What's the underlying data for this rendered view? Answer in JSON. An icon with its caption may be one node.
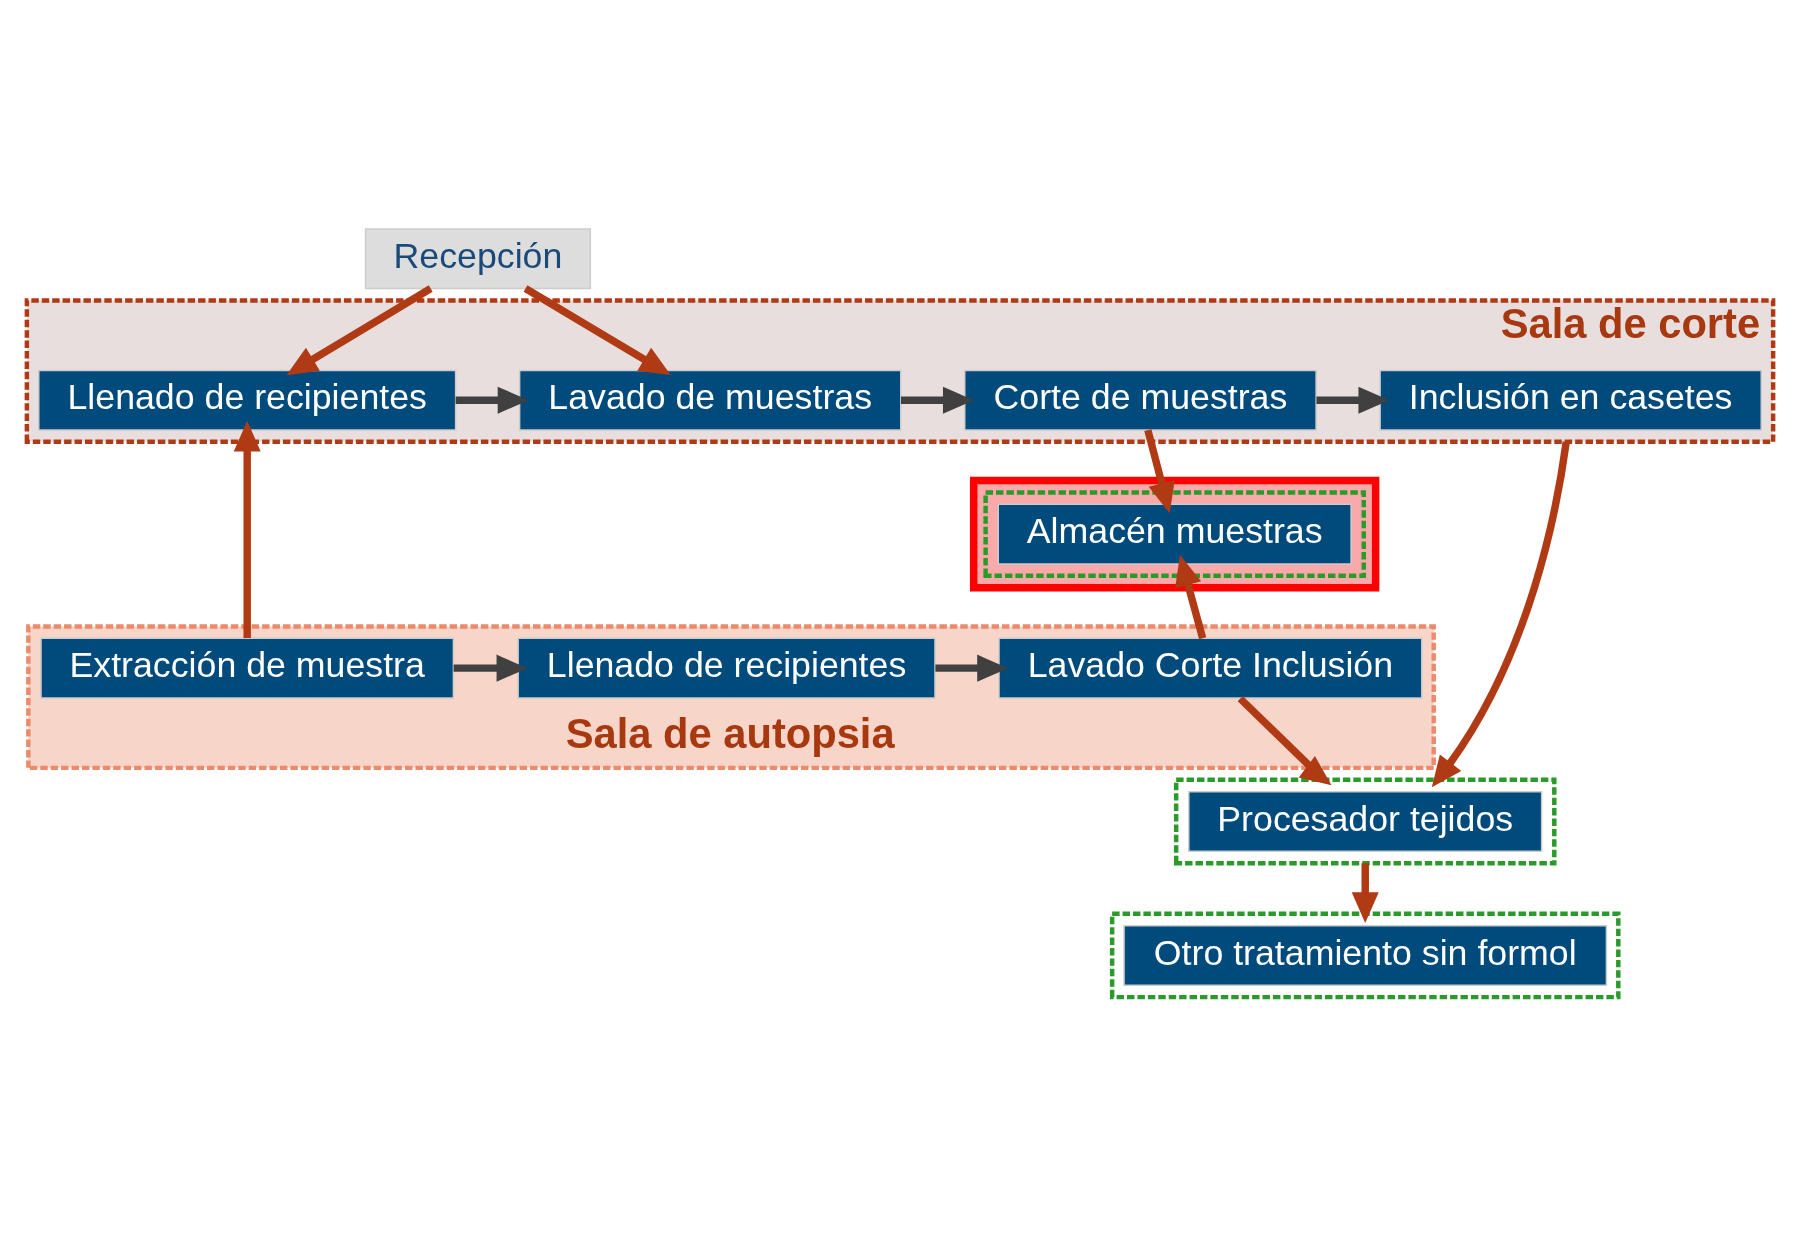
{
  "diagram": {
    "nodes": [
      {
        "text": [
          "Recepción"
        ]
      },
      {
        "text": [
          "Sala de corte"
        ]
      },
      {
        "text": [
          "Llenado de recipientes"
        ],
        "in": 1
      },
      {
        "text": [
          "Lavado de muestras"
        ],
        "in": 1
      },
      {
        "text": [
          "Corte de muestras"
        ],
        "in": 1
      },
      {
        "text": [
          "Inclusión en casetes"
        ],
        "in": 1
      },
      {
        "text": [],
        "shape": "box"
      },
      {
        "text": [],
        "shape": "box",
        "in": 6
      },
      {
        "text": [
          "Almacén muestras"
        ],
        "in": 7
      },
      {
        "text": [
          "Sala de autopsia"
        ]
      },
      {
        "text": [
          "Extracción de muestra"
        ],
        "in": 9
      },
      {
        "text": [
          "Llenado de recipientes"
        ],
        "in": 9
      },
      {
        "text": [
          "Lavado Corte Inclusión"
        ],
        "in": 9
      },
      {
        "text": [],
        "shape": "box"
      },
      {
        "text": [
          "Procesador tejidos"
        ],
        "in": 13
      },
      {
        "text": [],
        "shape": "box"
      },
      {
        "text": [
          "Otro tratamiento sin formol"
        ],
        "in": 15
      }
    ],
    "edges": [
      {
        "from": 0,
        "to": 2,
        "arrow": "to"
      },
      {
        "from": 0,
        "to": 3,
        "arrow": "to"
      },
      {
        "from": 2,
        "to": 3,
        "arrow": "to",
        "color": "#404040"
      },
      {
        "from": 3,
        "to": 4,
        "arrow": "to",
        "color": "#404040"
      },
      {
        "from": 4,
        "to": 5,
        "arrow": "to",
        "color": "#404040"
      },
      {
        "from": 4,
        "to": 8,
        "arrow": "to"
      },
      {
        "from": 10,
        "to": 2,
        "arrow": "to"
      },
      {
        "from": 10,
        "to": 11,
        "arrow": "to",
        "color": "#404040"
      },
      {
        "from": 11,
        "to": 12,
        "arrow": "to",
        "color": "#404040"
      },
      {
        "from": 12,
        "to": 8,
        "arrow": "to"
      },
      {
        "from": 1,
        "to": 13,
        "arrow": "to"
      },
      {
        "from": 12,
        "to": 13,
        "arrow": "to"
      },
      {
        "from": 13,
        "to": 15,
        "arrow": "to"
      }
    ]
  }
}
